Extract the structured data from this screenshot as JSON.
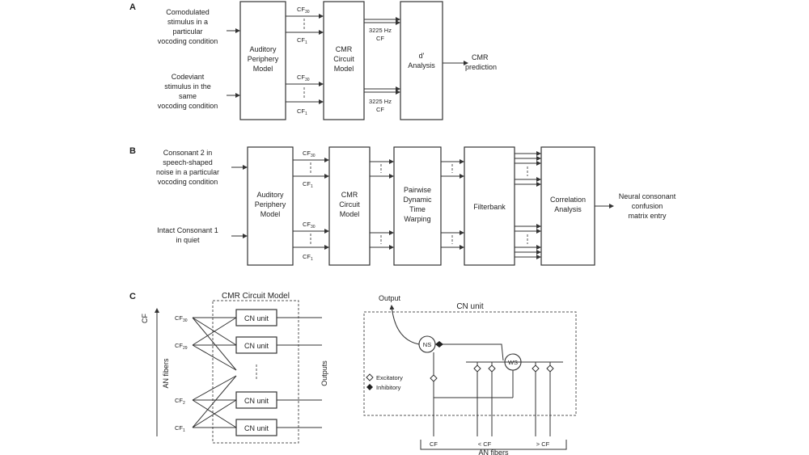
{
  "panels": {
    "a": "A",
    "b": "B",
    "c": "C"
  },
  "panel_a": {
    "input1": [
      "Comodulated",
      "stimulus in a",
      "particular",
      "vocoding condition"
    ],
    "input2": [
      "Codeviant",
      "stimulus in the",
      "same",
      "vocoding condition"
    ],
    "box1": [
      "Auditory",
      "Periphery",
      "Model"
    ],
    "box2": [
      "CMR",
      "Circuit",
      "Model"
    ],
    "box3": [
      "d'",
      "Analysis"
    ],
    "cf_top": "CF",
    "cf_top_sub": "30",
    "cf_bottom": "CF",
    "cf_bottom_sub": "1",
    "hz": [
      "3225 Hz",
      "CF"
    ],
    "output": [
      "CMR",
      "prediction"
    ]
  },
  "panel_b": {
    "input1": [
      "Consonant 2 in",
      "speech-shaped",
      "noise in a particular",
      "vocoding condition"
    ],
    "input2": [
      "Intact Consonant 1",
      "in quiet"
    ],
    "box1": [
      "Auditory",
      "Periphery",
      "Model"
    ],
    "box2": [
      "CMR",
      "Circuit",
      "Model"
    ],
    "box3": [
      "Pairwise",
      "Dynamic",
      "Time",
      "Warping"
    ],
    "box4": [
      "Filterbank"
    ],
    "box5": [
      "Correlation",
      "Analysis"
    ],
    "cf_top": "CF",
    "cf_top_sub": "30",
    "cf_bottom": "CF",
    "cf_bottom_sub": "1",
    "output": [
      "Neural consonant",
      "confusion",
      "matrix entry"
    ]
  },
  "panel_c_left": {
    "title": "CMR Circuit Model",
    "axis": "CF",
    "an_fibers": "AN fibers",
    "outputs": "Outputs",
    "unit_label": "CN unit",
    "cf_labels": [
      "CF",
      "CF",
      "CF",
      "CF"
    ],
    "cf_subs": [
      "30",
      "29",
      "2",
      "1"
    ]
  },
  "panel_c_right": {
    "title": "CN unit",
    "output": "Output",
    "ns": "NS",
    "ws": "WS",
    "excitatory": "Excitatory",
    "inhibitory": "Inhibitory",
    "cf": "CF",
    "lt_cf": "< CF",
    "gt_cf": "> CF",
    "an_fibers": "AN fibers"
  }
}
